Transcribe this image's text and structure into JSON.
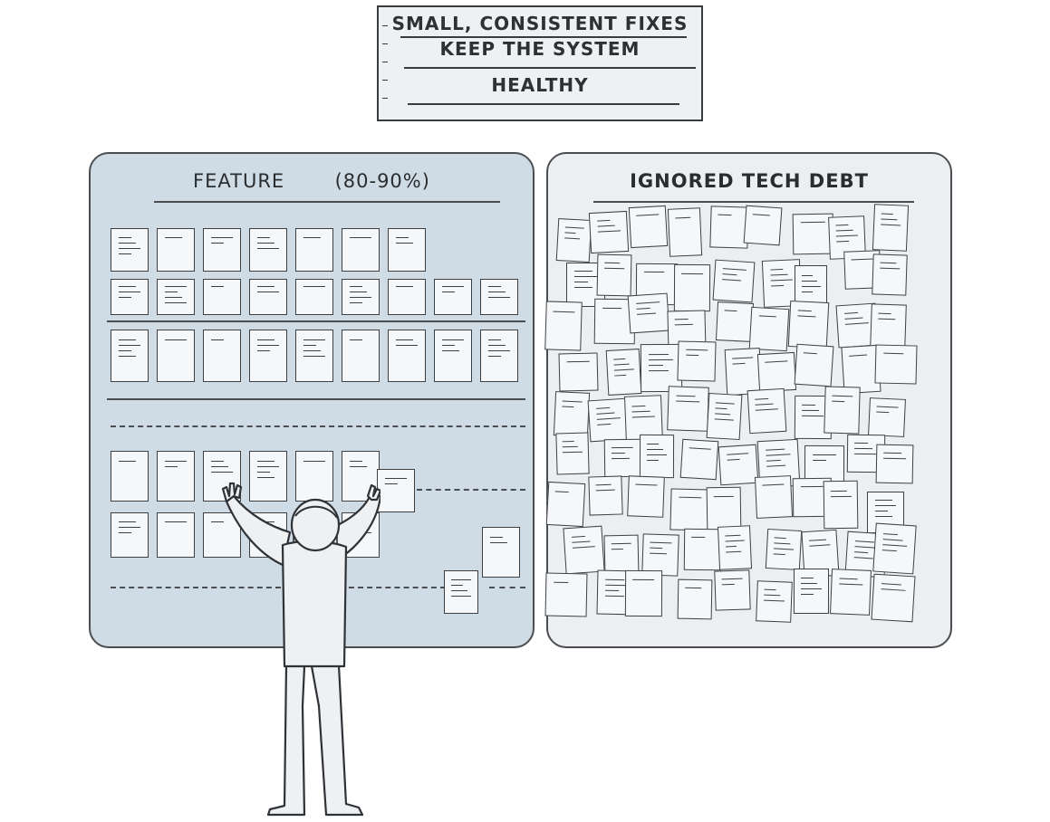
{
  "sign": {
    "line1": "SMALL, CONSISTENT FIXES",
    "line2": "KEEP THE SYSTEM",
    "line3": "HEALTHY"
  },
  "left_panel": {
    "title_main": "FEATURE",
    "title_pct": "(80-90%)",
    "fill_color": "#cfdce6"
  },
  "right_panel": {
    "title": "IGNORED TECH DEBT",
    "fill_color": "#eceeef"
  },
  "icons": {
    "person": "person-placing-card-icon",
    "card": "sticky-note-card-icon"
  }
}
